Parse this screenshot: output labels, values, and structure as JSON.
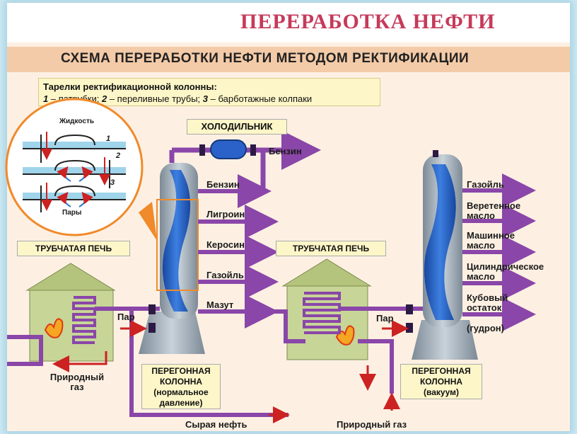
{
  "title": "ПЕРЕРАБОТКА  НЕФТИ",
  "subtitle": "СХЕМА ПЕРЕРАБОТКИ НЕФТИ МЕТОДОМ РЕКТИФИКАЦИИ",
  "legend": {
    "heading": "Тарелки ректификационной колонны:",
    "n1": "1",
    "t1": " – патрубки; ",
    "n2": "2",
    "t2": " – переливные трубы; ",
    "n3": "3",
    "t3": " – барботажные колпаки"
  },
  "inset": {
    "liquid": "Жидкость",
    "vapors": "Пары",
    "n1": "1",
    "n2": "2",
    "n3": "3"
  },
  "condenser": "ХОЛОДИЛЬНИК",
  "furnace_left": "ТРУБЧАТАЯ ПЕЧЬ",
  "furnace_right": "ТРУБЧАТАЯ ПЕЧЬ",
  "column1": {
    "outputs": [
      "Бензин",
      "Бензин",
      "Лигроин",
      "Керосин",
      "Газойль",
      "Мазут"
    ],
    "label_line1": "ПЕРЕГОННАЯ",
    "label_line2": "КОЛОННА",
    "label_line3": "(нормальное",
    "label_line4": "давление)"
  },
  "column2": {
    "outputs": [
      "Газойль",
      "Веретенное масло",
      "Машинное масло",
      "Цилиндрическое масло",
      "Кубовый остаток",
      "(гудрон)"
    ],
    "label_line1": "ПЕРЕГОННАЯ",
    "label_line2": "КОЛОННА",
    "label_line3": "(вакуум)"
  },
  "steam_left": "Пар",
  "steam_right": "Пар",
  "natural_gas_left": "Природный газ",
  "natural_gas_right": "Природный газ",
  "crude_oil": "Сырая нефть",
  "colors": {
    "pipe": "#8a46a8",
    "column": "#9aa6b0",
    "column_inner": "#1f5fc0",
    "furnace": "#c7d597",
    "flow_arrow": "#cc2222"
  }
}
